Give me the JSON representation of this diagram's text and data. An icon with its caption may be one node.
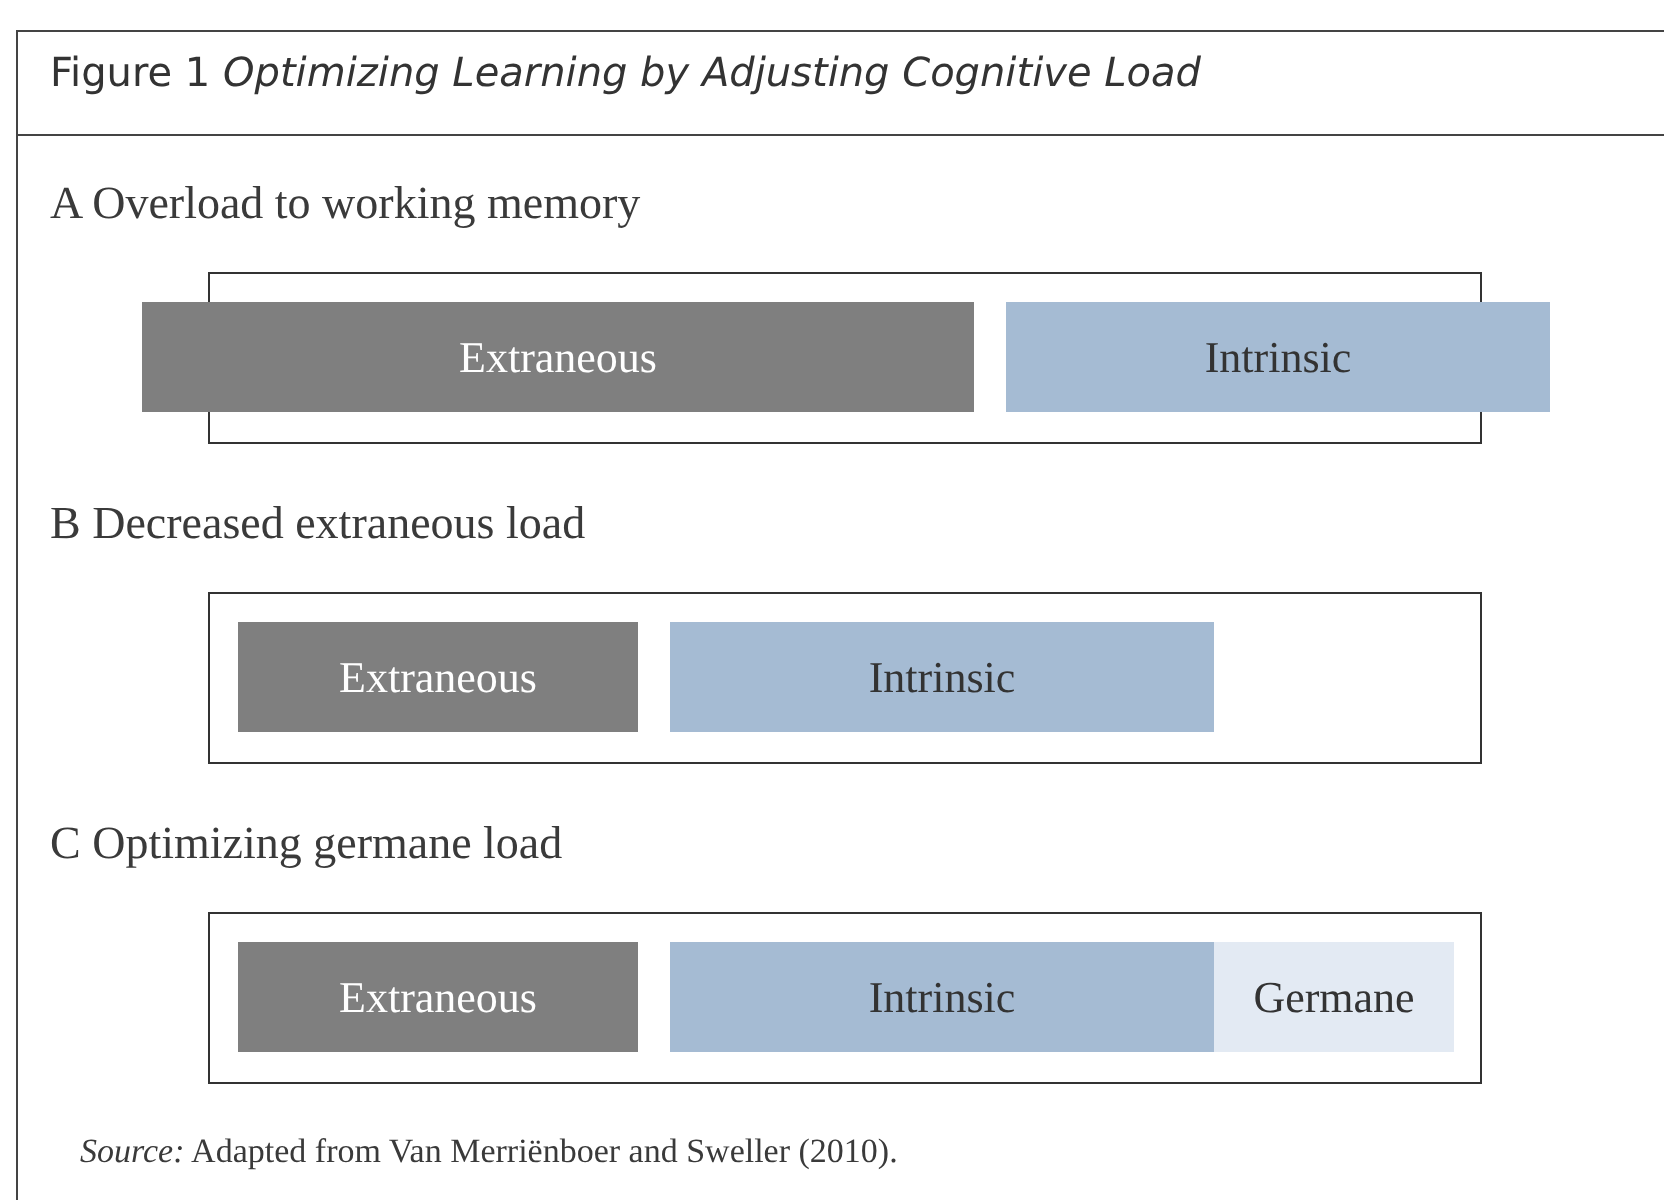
{
  "diagram": {
    "title": "Figure 1 *Optimizing Learning by Adjusting Cognitive Load*",
    "caption": "*Source:* Adapted from Van Merriënboer and Sweller (2010).",
    "nodes": [
      {
        "text": [
          "A Overload to working memory"
        ]
      },
      {
        "text": [
          "Extraneous"
        ]
      },
      {
        "text": [
          "Intrinsic"
        ]
      },
      {
        "text": [
          "B Decreased extraneous load"
        ]
      },
      {
        "text": [
          "Extraneous"
        ],
        "in": 3
      },
      {
        "text": [
          "Intrinsic"
        ],
        "in": 3
      },
      {
        "text": [
          "C Optimizing germane load"
        ]
      },
      {
        "text": [
          "Extraneous"
        ],
        "in": 6
      },
      {
        "text": [
          "Intrinsic"
        ],
        "in": 6
      },
      {
        "text": [
          "Germane"
        ],
        "in": 6
      }
    ],
    "edges": []
  }
}
